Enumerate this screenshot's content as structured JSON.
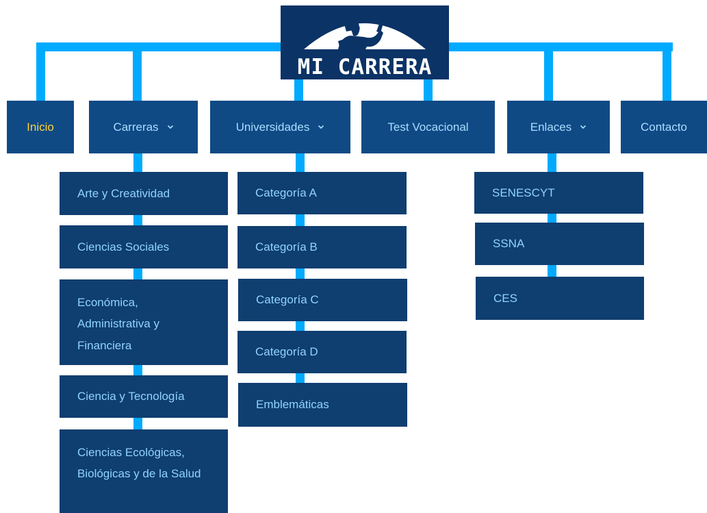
{
  "logo": {
    "text": "MI CARRERA"
  },
  "nav": {
    "inicio": "Inicio",
    "carreras": "Carreras",
    "universidades": "Universidades",
    "test": "Test Vocacional",
    "enlaces": "Enlaces",
    "contacto": "Contacto"
  },
  "carreras": [
    "Arte y Creatividad",
    "Ciencias Sociales",
    "Económica, Administrativa y Financiera",
    "Ciencia y Tecnología",
    "Ciencias Ecológicas, Biológicas y de la Salud"
  ],
  "universidades": [
    "Categoría A",
    "Categoría B",
    "Categoría C",
    "Categoría D",
    "Emblemáticas"
  ],
  "enlaces": [
    "SENESCYT",
    "SSNA",
    "CES"
  ],
  "colors": {
    "connector": "#00aaff",
    "box": "#0f3e70",
    "nav_box": "#0f4a85",
    "text": "#8fd3ff",
    "active": "#ffd23a"
  }
}
